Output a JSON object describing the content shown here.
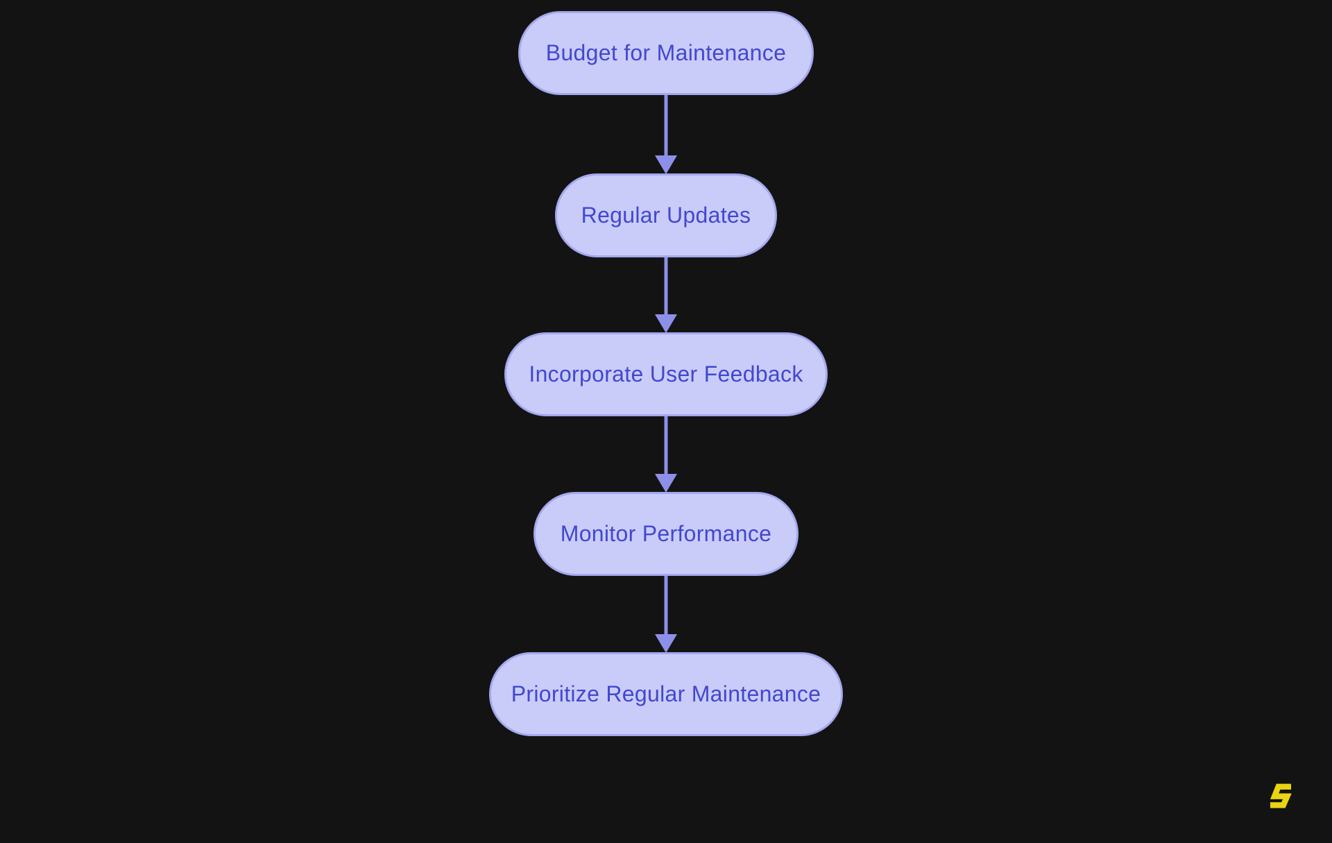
{
  "diagram": {
    "type": "flowchart",
    "direction": "top-down",
    "colors": {
      "bg": "#131313",
      "fill": "#c9ccf8",
      "border": "#a4a8ef",
      "text": "#4347cf",
      "arrow": "#8d90e9",
      "logo": "#e9d411"
    },
    "nodes": [
      {
        "label": "Budget for Maintenance"
      },
      {
        "label": "Regular Updates"
      },
      {
        "label": "Incorporate User Feedback"
      },
      {
        "label": "Monitor Performance"
      },
      {
        "label": "Prioritize Regular Maintenance"
      }
    ],
    "edges": [
      {
        "from": "Budget for Maintenance",
        "to": "Regular Updates"
      },
      {
        "from": "Regular Updates",
        "to": "Incorporate User Feedback"
      },
      {
        "from": "Incorporate User Feedback",
        "to": "Monitor Performance"
      },
      {
        "from": "Monitor Performance",
        "to": "Prioritize Regular Maintenance"
      }
    ],
    "logo": {
      "glyph": "S",
      "description": "angular yellow S watermark"
    }
  }
}
